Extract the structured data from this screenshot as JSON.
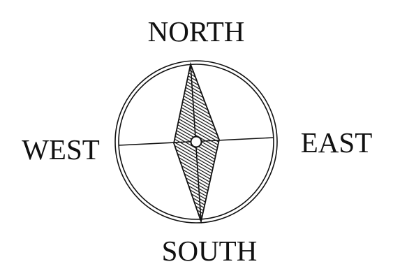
{
  "compass": {
    "labels": {
      "north": "NORTH",
      "south": "SOUTH",
      "east": "EAST",
      "west": "WEST"
    },
    "needle_fill": "hatched",
    "colors": {
      "ink": "#111111",
      "background": "#ffffff"
    }
  }
}
